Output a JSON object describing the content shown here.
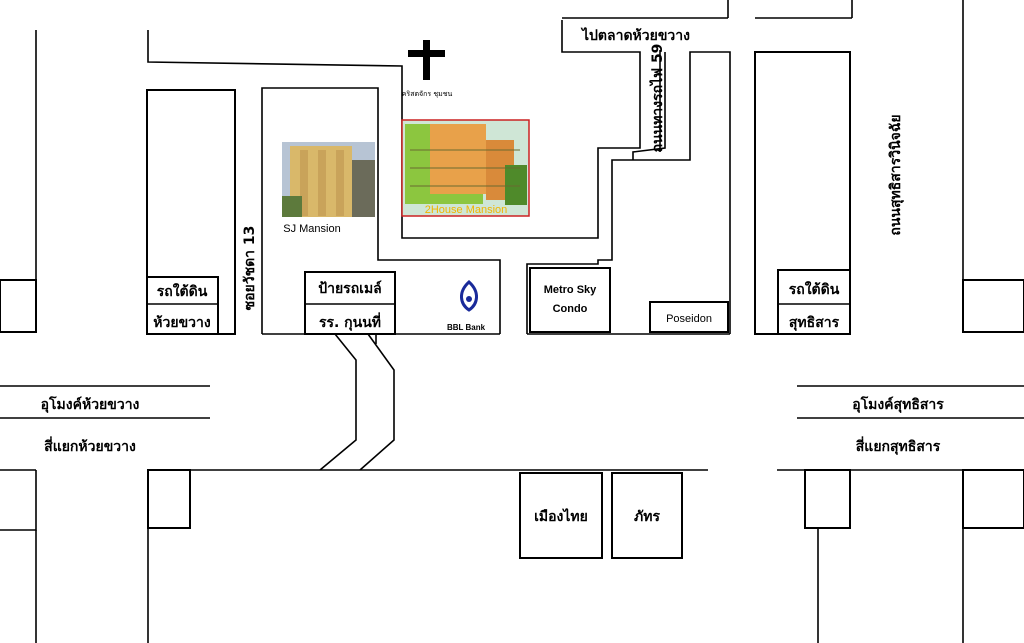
{
  "map": {
    "roads": {
      "to_market": "ไปตลาดห้วยขวาง",
      "soi_pracha": "ถนนทางรถไฟ 59",
      "soi_13": "ซอยวัชดา 13",
      "main_road": "ถนนสุทธิสารวินิจฉัย",
      "tunnel_left": "อุโมงค์ห้วยขวาง",
      "junction_left": "สี่แยกห้วยขวาง",
      "tunnel_right": "อุโมงค์สุทธิสาร",
      "junction_right": "สี่แยกสุทธิสาร"
    },
    "places": {
      "church": "คริสตจักร ชุมชน",
      "sj_mansion": "SJ Mansion",
      "two_house": "2House Mansion",
      "bus_stop_line1": "ป้ายรถเมล์",
      "bus_stop_line2": "รร. กุนนที่",
      "bbl": "BBL Bank",
      "metro_line1": "Metro Sky",
      "metro_line2": "Condo",
      "poseidon": "Poseidon",
      "subway_left_line1": "รถใต้ดิน",
      "subway_left_line2": "ห้วยขวาง",
      "subway_right_line1": "รถใต้ดิน",
      "subway_right_line2": "สุทธิสาร",
      "muang_thai": "เมืองไทย",
      "store": "ภัทร"
    },
    "colors": {
      "two_house_label": "#f0b400",
      "two_house_border": "#cc2222",
      "bbl_logo": "#1a2a9a"
    }
  }
}
